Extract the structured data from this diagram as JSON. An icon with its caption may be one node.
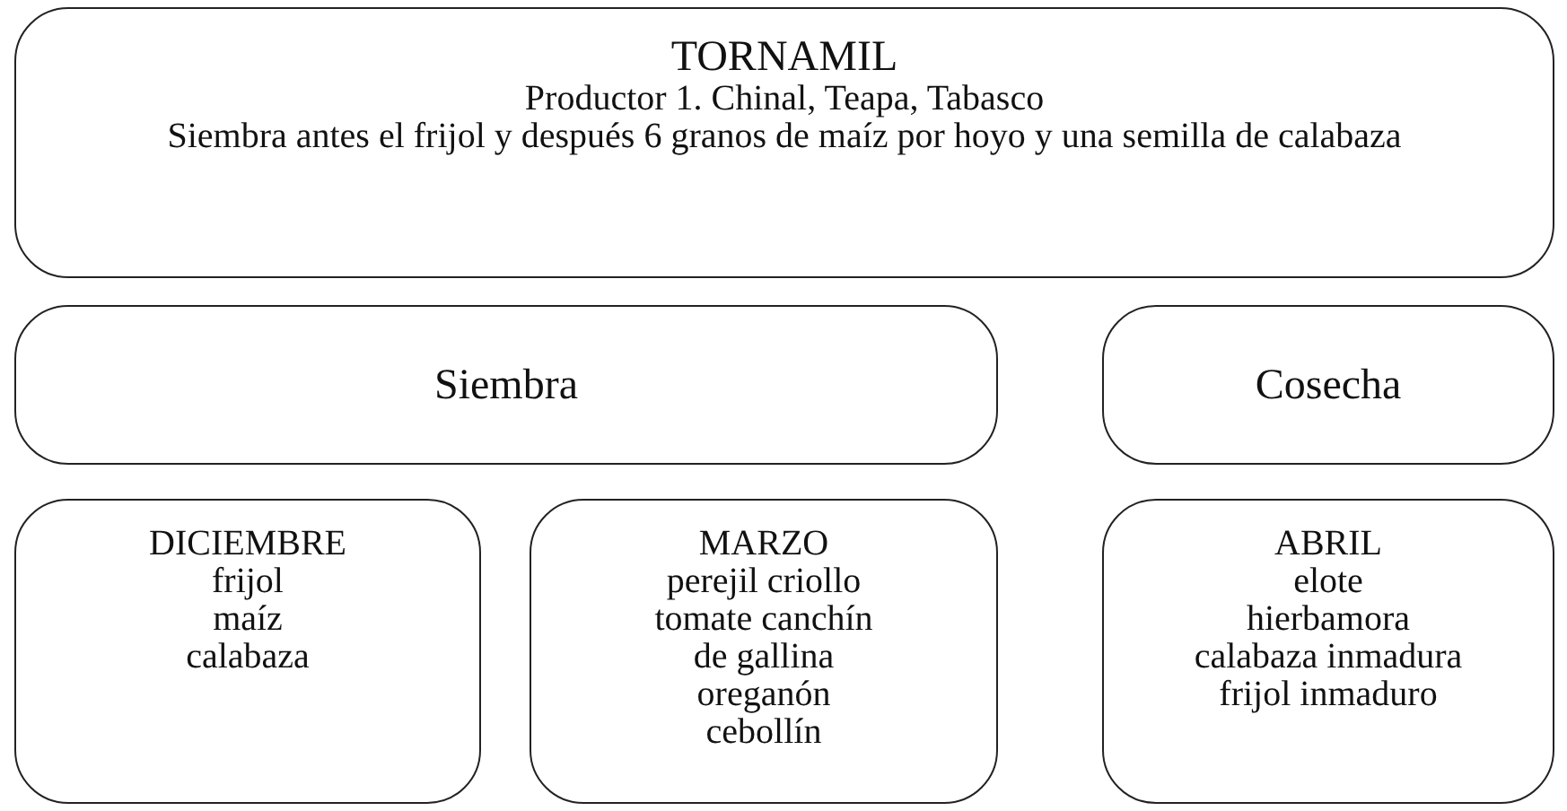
{
  "diagram": {
    "nodes": [
      {
        "text": [
          "TORNAMIL",
          "Productor 1. Chinal, Teapa, Tabasco",
          "Siembra antes el frijol y después 6 granos de maíz por hoyo y una semilla de calabaza"
        ]
      },
      {
        "text": [
          "Siembra"
        ]
      },
      {
        "text": [
          "Cosecha"
        ]
      },
      {
        "text": [
          "DICIEMBRE",
          "frijol",
          "maíz",
          "calabaza"
        ]
      },
      {
        "text": [
          "MARZO",
          "perejil criollo",
          "tomate canchín",
          "de gallina",
          "oreganón",
          "cebollín"
        ]
      },
      {
        "text": [
          "ABRIL",
          "elote",
          "hierbamora",
          "calabaza inmadura",
          "frijol inmaduro"
        ]
      }
    ]
  }
}
